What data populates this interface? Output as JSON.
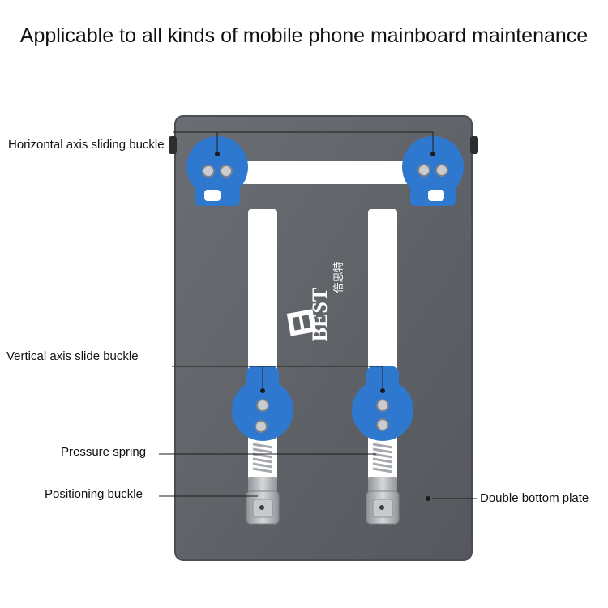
{
  "headline": "Applicable to all kinds of mobile phone mainboard maintenance",
  "brand": "BEST",
  "brand_chinese": "倍思特",
  "callouts": {
    "horizontal": "Horizontal axis sliding buckle",
    "vertical": "Vertical axis slide buckle",
    "spring": "Pressure spring",
    "positioning": "Positioning buckle",
    "bottom_plate": "Double bottom plate"
  },
  "colors": {
    "plate": "#5f6368",
    "plate_edge": "#4a4d52",
    "buckle_blue": "#2f78cf",
    "metal": "#b9bcc0"
  }
}
